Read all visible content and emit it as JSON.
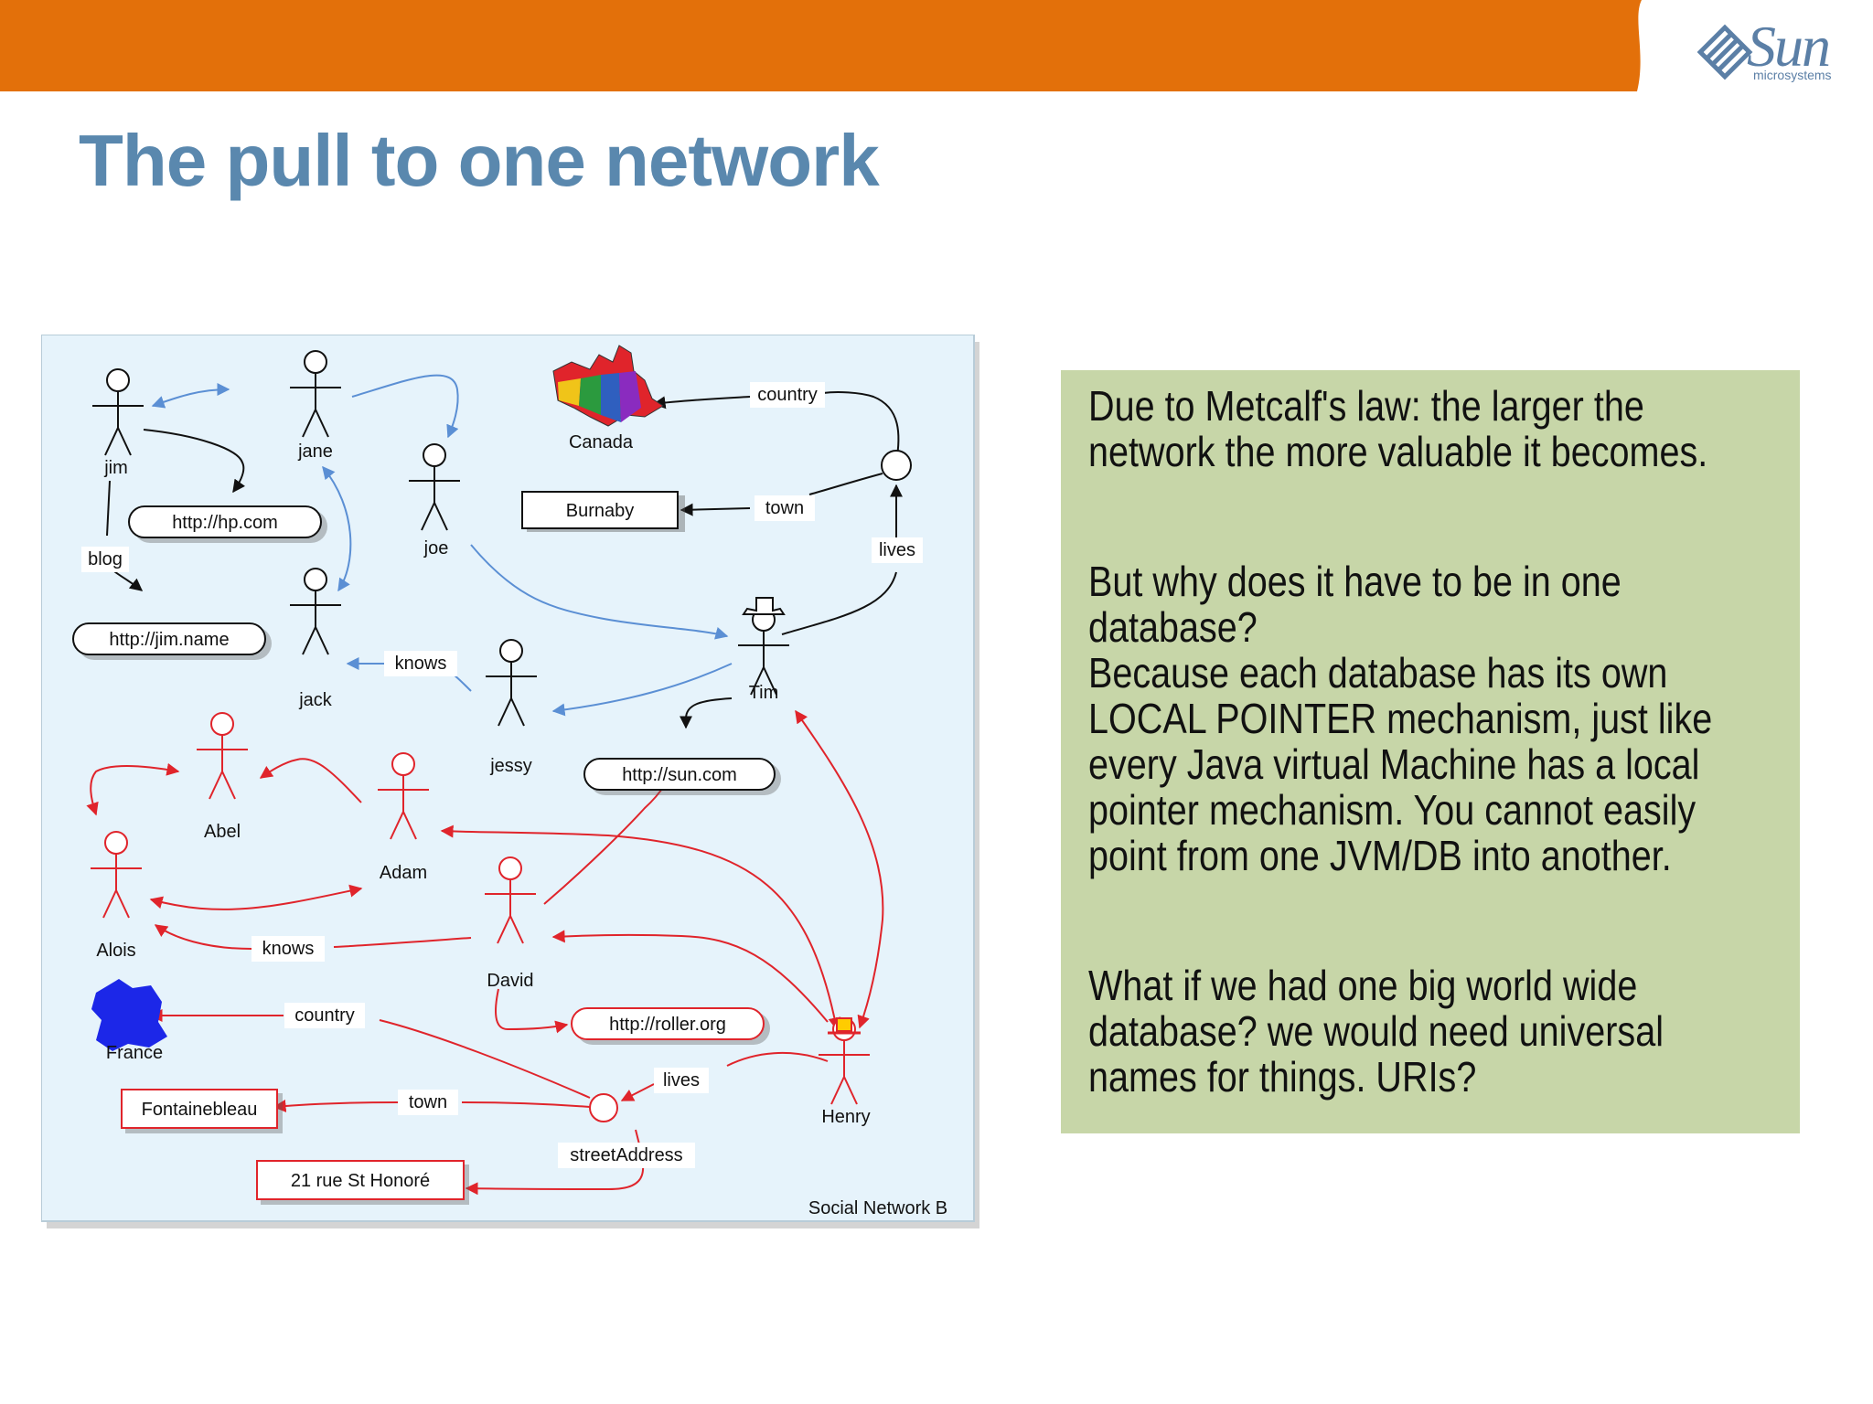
{
  "header": {
    "bar_color": "#e3700a",
    "brand": {
      "word": "Sun",
      "sub": "microsystems",
      "color": "#5b7fa6"
    }
  },
  "title": "The pull to one network",
  "diagram": {
    "caption": "Social Network B",
    "colors": {
      "blue": "#5b8fd4",
      "red": "#e0242b",
      "black": "#111111",
      "background": "#e6f3fb"
    },
    "people": {
      "jim": "jim",
      "jane": "jane",
      "joe": "joe",
      "jack": "jack",
      "jessy": "jessy",
      "tim": "Tim",
      "abel": "Abel",
      "adam": "Adam",
      "alois": "Alois",
      "david": "David",
      "henry": "Henry"
    },
    "places": {
      "canada": "Canada",
      "france": "France"
    },
    "edge_labels": {
      "country_top": "country",
      "town_top": "town",
      "lives_top": "lives",
      "blog": "blog",
      "knows_top": "knows",
      "knows_bottom": "knows",
      "country_bottom": "country",
      "town_bottom": "town",
      "lives_bottom": "lives",
      "street_address": "streetAddress"
    },
    "urls": {
      "hp": "http://hp.com",
      "jim_name": "http://jim.name",
      "sun": "http://sun.com",
      "roller": "http://roller.org"
    },
    "boxes": {
      "burnaby": "Burnaby",
      "fontainebleau": "Fontainebleau",
      "street": "21 rue St Honoré"
    }
  },
  "textbox": {
    "p1": "Due to Metcalf's law: the larger the network the more valuable it becomes.",
    "p2": "But why does it have to be in one database?",
    "p3": "Because each database has its own LOCAL POINTER mechanism, just like every Java virtual Machine has a local pointer mechanism. You cannot easily point from one JVM/DB into another.",
    "p4": "What if we had one big world wide database? we would need universal names for things. URIs?",
    "background": "#c7d6a8"
  }
}
